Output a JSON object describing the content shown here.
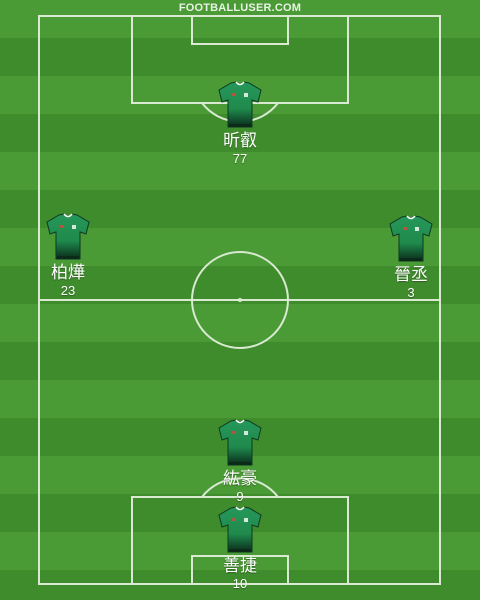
{
  "site": {
    "watermark": "FOOTBALLUSER.COM"
  },
  "colors": {
    "jersey_main": "#1f8a4c",
    "jersey_dark": "#0b2a1a",
    "jersey_trim": "#ffffff",
    "pitch_line": "#d9e9d2"
  },
  "players": [
    {
      "name": "昕叡",
      "number": "77"
    },
    {
      "name": "柏燁",
      "number": "23"
    },
    {
      "name": "晉丞",
      "number": "3"
    },
    {
      "name": "紘豪",
      "number": "9"
    },
    {
      "name": "善捷",
      "number": "10"
    }
  ]
}
